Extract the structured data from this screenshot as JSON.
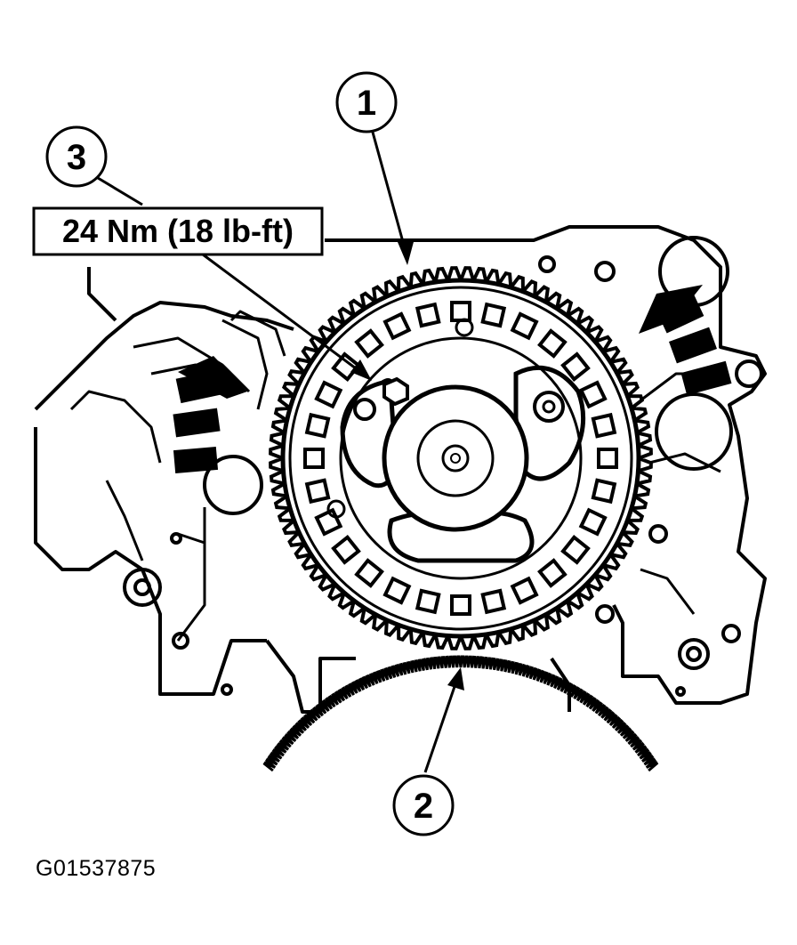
{
  "callouts": [
    {
      "id": "callout-1",
      "label": "1"
    },
    {
      "id": "callout-2",
      "label": "2"
    },
    {
      "id": "callout-3",
      "label": "3"
    }
  ],
  "torque_spec": "24 Nm (18 lb-ft)",
  "figure_id": "G01537875",
  "colors": {
    "ink": "#000000",
    "paper": "#ffffff"
  },
  "icons": [
    "rotation-arrow-icon"
  ]
}
